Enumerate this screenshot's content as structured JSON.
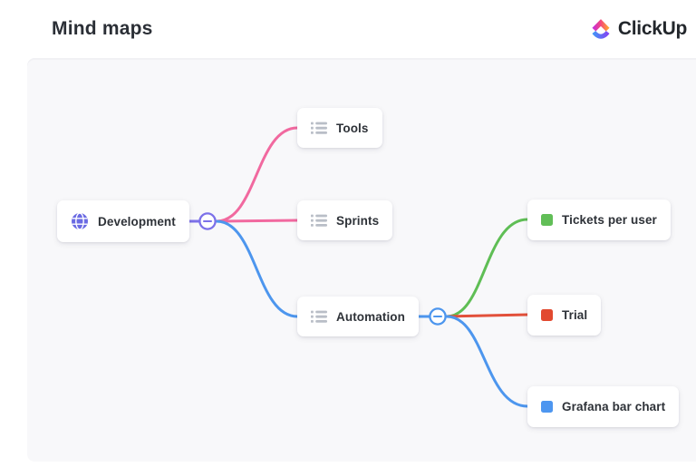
{
  "header": {
    "title": "Mind maps",
    "brand": "ClickUp"
  },
  "colors": {
    "canvas_bg": "#F8F8FA",
    "pink": "#F1699F",
    "purple": "#7C71E9",
    "green": "#5FBE55",
    "red": "#E2503A",
    "blue": "#4D96EE",
    "globe": "#6A6AE3",
    "list_icon": "#B9BEC7",
    "label_text": "#2E3238"
  },
  "map": {
    "nodes": {
      "development": {
        "label": "Development",
        "icon": "globe-icon"
      },
      "tools": {
        "label": "Tools",
        "icon": "list-icon"
      },
      "sprints": {
        "label": "Sprints",
        "icon": "list-icon"
      },
      "automation": {
        "label": "Automation",
        "icon": "list-icon"
      },
      "tickets_per_user": {
        "label": "Tickets per user",
        "icon": "square-icon",
        "icon_color": "#61BE57"
      },
      "trial": {
        "label": "Trial",
        "icon": "square-icon",
        "icon_color": "#E2492F"
      },
      "grafana_bar_chart": {
        "label": "Grafana bar chart",
        "icon": "square-icon",
        "icon_color": "#4D96F0"
      }
    },
    "edges": [
      {
        "from": "development",
        "to": "tools",
        "color": "#F1699F"
      },
      {
        "from": "development",
        "to": "sprints",
        "color": "#F1699F"
      },
      {
        "from": "development",
        "to": "automation",
        "color": "#7C71E9"
      },
      {
        "from": "automation",
        "to": "tickets_per_user",
        "color": "#5FBE55"
      },
      {
        "from": "automation",
        "to": "trial",
        "color": "#E2503A"
      },
      {
        "from": "automation",
        "to": "grafana_bar_chart",
        "color": "#4D96EE"
      }
    ],
    "collapse_buttons": [
      {
        "node": "development",
        "symbol": "minus",
        "color": "#7C71E9"
      },
      {
        "node": "automation",
        "symbol": "minus",
        "color": "#4D96EE"
      }
    ]
  }
}
